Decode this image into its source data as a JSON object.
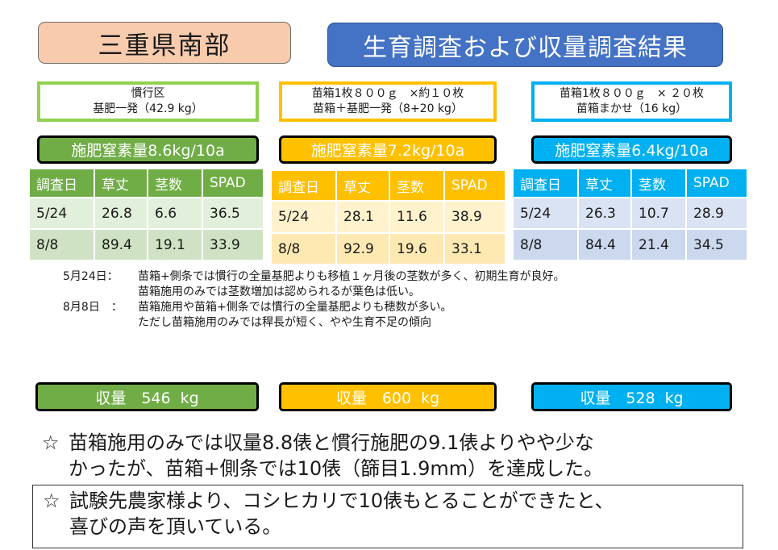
{
  "header": {
    "region": "三重県南部",
    "title": "生育調査および収量調査結果"
  },
  "treatments": [
    {
      "line1": "慣行区",
      "line2": "基肥一発（42.9 kg）",
      "nitrogen": "施肥窒素量8.6kg/10a",
      "yield": "収量　546 kg"
    },
    {
      "line1": "苗箱1枚８００ｇ　×約１０枚",
      "line2": "苗箱＋基肥一発（8+20 kg）",
      "nitrogen": "施肥窒素量7.2kg/10a",
      "yield": "収量　600 kg"
    },
    {
      "line1": "苗箱1枚８００ｇ　× ２０枚",
      "line2": "苗箱まかせ（16 kg）",
      "nitrogen": "施肥窒素量6.4kg/10a",
      "yield": "収量　528 kg"
    }
  ],
  "table_headers": [
    "調査日",
    "草丈",
    "茎数",
    "SPAD"
  ],
  "tables": [
    {
      "rows": [
        [
          "5/24",
          "26.8",
          "6.6",
          "36.5"
        ],
        [
          "8/8",
          "89.4",
          "19.1",
          "33.9"
        ]
      ]
    },
    {
      "rows": [
        [
          "5/24",
          "28.1",
          "11.6",
          "38.9"
        ],
        [
          "8/8",
          "92.9",
          "19.6",
          "33.1"
        ]
      ]
    },
    {
      "rows": [
        [
          "5/24",
          "26.3",
          "10.7",
          "28.9"
        ],
        [
          "8/8",
          "84.4",
          "21.4",
          "34.5"
        ]
      ]
    }
  ],
  "notes": [
    {
      "label": "5月24日：",
      "lines": [
        "苗箱+側条では慣行の全量基肥よりも移植１ヶ月後の茎数が多く、初期生育が良好。",
        "苗箱施用のみでは茎数増加は認められるが葉色は低い。"
      ]
    },
    {
      "label": "8月8日　：",
      "lines": [
        "苗箱施用や苗箱+側条では慣行の全量基肥よりも穂数が多い。",
        "ただし苗箱施用のみでは稈長が短く、やや生育不足の傾向"
      ]
    }
  ],
  "conclusions": [
    {
      "star": "☆",
      "line1": "苗箱施用のみでは収量8.8俵と慣行施肥の9.1俵よりやや少な",
      "line2": "かったが、苗箱+側条では10俵（篩目1.9mm）を達成した。"
    },
    {
      "star": "☆",
      "line1": "試験先農家様より、コシヒカリで10俵もとることができたと、",
      "line2": "喜びの声を頂いている。"
    }
  ],
  "colors": {
    "green": "#70ad47",
    "orange": "#ffc000",
    "blue": "#00b0f0",
    "title_blue": "#4472c4",
    "region_peach": "#f8cbad"
  }
}
